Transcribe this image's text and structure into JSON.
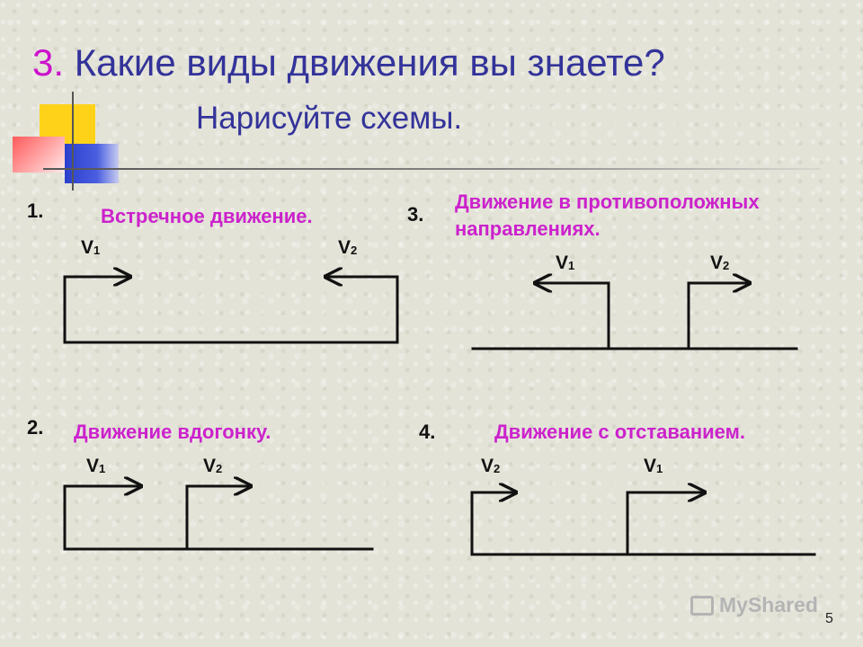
{
  "title": {
    "number": "3.",
    "line1": "Какие  виды  движения  вы  знаете?",
    "line2": "Нарисуйте  схемы."
  },
  "sections": [
    {
      "number": "1.",
      "label": "Встречное движение.",
      "v_left": "V",
      "v_left_sub": "1",
      "v_right": "V",
      "v_right_sub": "2"
    },
    {
      "number": "2.",
      "label": "Движение вдогонку.",
      "v_left": "V",
      "v_left_sub": "1",
      "v_right": "V",
      "v_right_sub": "2"
    },
    {
      "number": "3.",
      "label_line1": "Движение в противоположных",
      "label_line2": "направлениях.",
      "v_left": "V",
      "v_left_sub": "1",
      "v_right": "V",
      "v_right_sub": "2"
    },
    {
      "number": "4.",
      "label": "Движение с отставанием.",
      "v_left": "V",
      "v_left_sub": "2",
      "v_right": "V",
      "v_right_sub": "1"
    }
  ],
  "watermark": "MyShared",
  "page_number": "5",
  "colors": {
    "title": "#33339a",
    "accent": "#cc22cc",
    "ink": "#111111"
  }
}
